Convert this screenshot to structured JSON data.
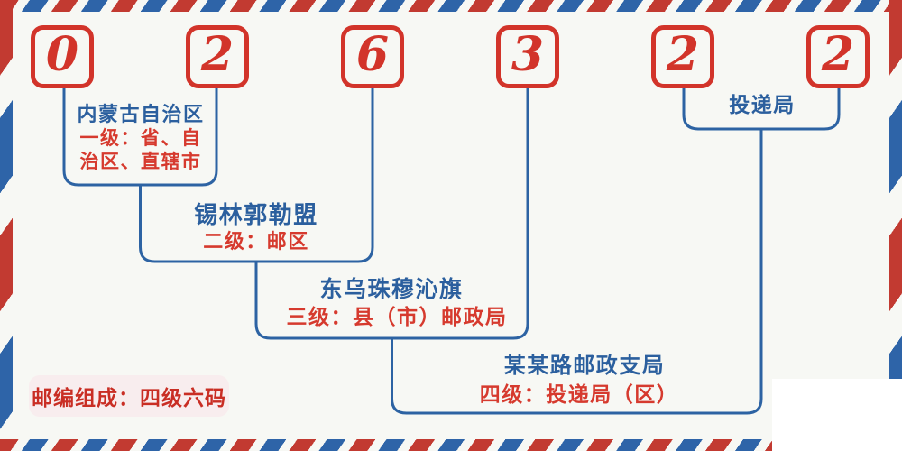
{
  "code": {
    "digits": [
      "0",
      "2",
      "6",
      "3",
      "2",
      "2"
    ]
  },
  "levels": [
    {
      "name": "内蒙古自治区",
      "desc": "一级：省、自治区、直辖市"
    },
    {
      "name": "锡林郭勒盟",
      "desc": "二级：邮区"
    },
    {
      "name": "东乌珠穆沁旗",
      "desc": "三级：县（市）邮政局"
    },
    {
      "name": "某某路邮政支局",
      "desc": "四级：投递局（区）"
    }
  ],
  "delivery_office_label": "投递局",
  "badge_text": "邮编组成：四级六码",
  "colors": {
    "line_blue": "#2b5f9e",
    "text_red": "#d63a2e",
    "box_red": "#d2342a",
    "stripe_red": "#c23a31",
    "stripe_blue": "#2e64a8",
    "badge_bg": "#f8edee",
    "background": "#f7f8f4"
  }
}
